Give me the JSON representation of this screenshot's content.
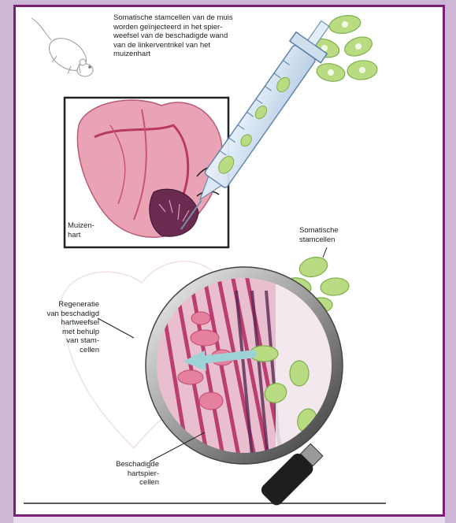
{
  "labels": {
    "injection": "Somatische stamcellen van de muis\nworden geïnjecteerd in het spier-\nweefsel van de beschadigde wand\nvan de linkerventrikel van het\nmuizenhart",
    "heart": "Muizen-\nhart",
    "stem_cells": "Somatische\nstamcellen",
    "regeneration": "Regeneratie\nvan beschadigd\nhartweefsel\nmet behulp\nvan stam-\ncellen",
    "damaged_cells": "Beschadigde\nhartspier-\ncellen"
  },
  "colors": {
    "frame_border": "#7a1f73",
    "frame_bg": "#cdb6d6",
    "stem_cell": "#b9dc82",
    "heart": "#d9849b",
    "muscle": "#c23a7a"
  },
  "icons": [
    "mouse-icon",
    "syringe-icon",
    "heart-icon",
    "magnifier-icon",
    "stem-cell-icon",
    "arrow-icon"
  ]
}
